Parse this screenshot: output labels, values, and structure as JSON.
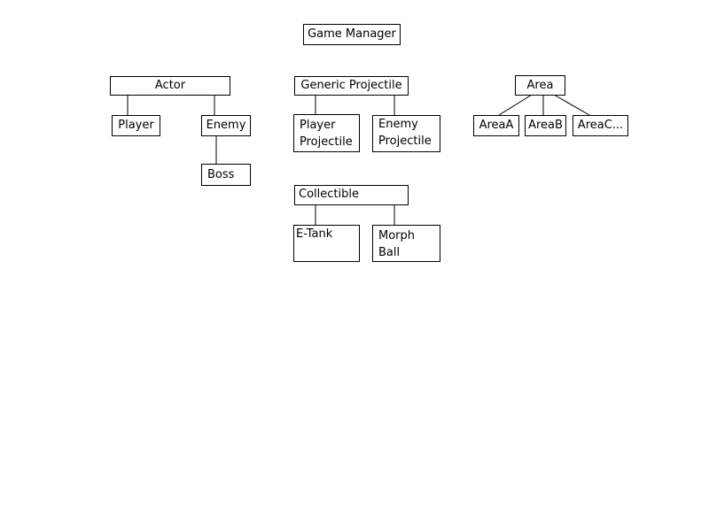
{
  "diagram": {
    "root": "Game Manager",
    "actor": {
      "label": "Actor",
      "player": "Player",
      "enemy": "Enemy",
      "boss": "Boss"
    },
    "projectile": {
      "label": "Generic Projectile",
      "player_projectile_line1": "Player",
      "player_projectile_line2": "Projectile",
      "enemy_projectile_line1": "Enemy",
      "enemy_projectile_line2": "Projectile"
    },
    "area": {
      "label": "Area",
      "area_a": "AreaA",
      "area_b": "AreaB",
      "area_c": "AreaC..."
    },
    "collectible": {
      "label": "Collectible",
      "etank": "E-Tank",
      "morph_ball_line1": "Morph",
      "morph_ball_line2": "Ball"
    }
  }
}
